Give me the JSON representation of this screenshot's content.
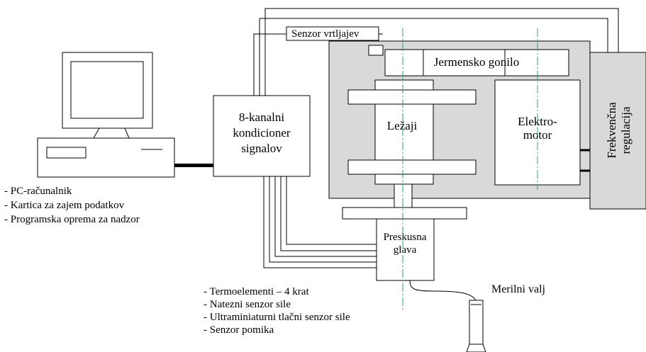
{
  "labels": {
    "senzor_vrtljajev": "Senzor vrtljajev",
    "jermensko_gonilo": "Jermensko gonilo",
    "frekvencna_regulacija": [
      "Frekvenčna",
      "regulacija"
    ],
    "kondicioner": [
      "8-kanalni",
      "kondicioner",
      "signalov"
    ],
    "lezaji": "Ležaji",
    "elektromotor": [
      "Elektro-",
      "motor"
    ],
    "preskusna_glava": [
      "Preskusna",
      "glava"
    ],
    "merilni_valj": "Merilni valj"
  },
  "pc_list": [
    "- PC-računalnik",
    "- Kartica za zajem podatkov",
    "- Programska oprema za nadzor"
  ],
  "sensor_list": [
    "- Termoelementi – 4 krat",
    "- Natezni senzor sile",
    "- Ultraminiaturni tlačni senzor sile",
    "- Senzor pomika"
  ],
  "colors": {
    "housing_fill": "#d9d9d9",
    "centerline": "#2e9e73",
    "stroke": "#000000",
    "box_fill": "#ffffff"
  }
}
